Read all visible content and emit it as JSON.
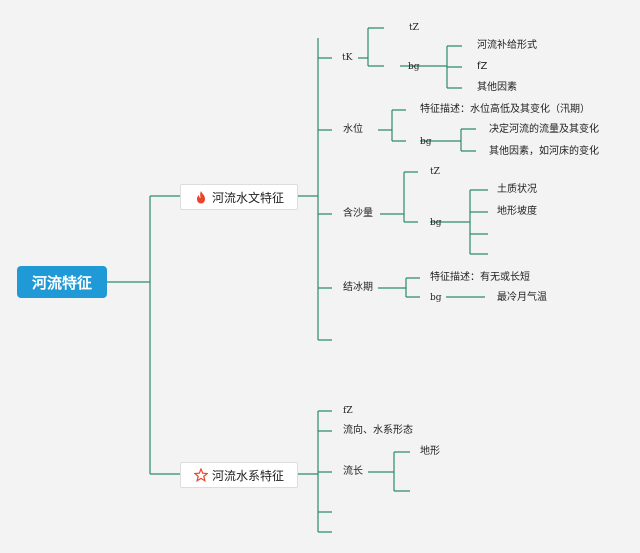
{
  "root": {
    "label": "河流特征"
  },
  "branch1": {
    "label": "河流水文特征",
    "icon": "fire-icon",
    "children": [
      {
        "label": "tK",
        "sub": [
          {
            "label": "tZ"
          },
          {
            "label": "bg",
            "sub": [
              "河流补给形式",
              "fZ",
              "其他因素"
            ]
          }
        ]
      },
      {
        "label": "水位",
        "sub": [
          {
            "label": "特征描述：水位高低及其变化（汛期）"
          },
          {
            "label": "bg",
            "sub": [
              "决定河流的流量及其变化",
              "其他因素，如河床的变化"
            ]
          }
        ]
      },
      {
        "label": "含沙量",
        "sub": [
          {
            "label": "tZ"
          },
          {
            "label": "bg",
            "sub": [
              "土质状况",
              "地形坡度",
              ""
            ]
          }
        ]
      },
      {
        "label": "结冰期",
        "sub": [
          {
            "label": "特征描述：有无或长短"
          },
          {
            "label": "bg",
            "sub": [
              "最冷月气温"
            ]
          }
        ]
      },
      {
        "label": ""
      }
    ]
  },
  "branch2": {
    "label": "河流水系特征",
    "icon": "star-icon",
    "children": [
      {
        "label": "fZ"
      },
      {
        "label": "流向、水系形态"
      },
      {
        "label": "流长",
        "sub": [
          {
            "label": "地形"
          },
          {
            "label": ""
          }
        ]
      },
      {
        "label": ""
      },
      {
        "label": ""
      }
    ]
  },
  "colors": {
    "line": "#2d8a6e",
    "root_bg": "#1f9ad6",
    "fire": "#e8452c",
    "star": "#e8452c"
  }
}
